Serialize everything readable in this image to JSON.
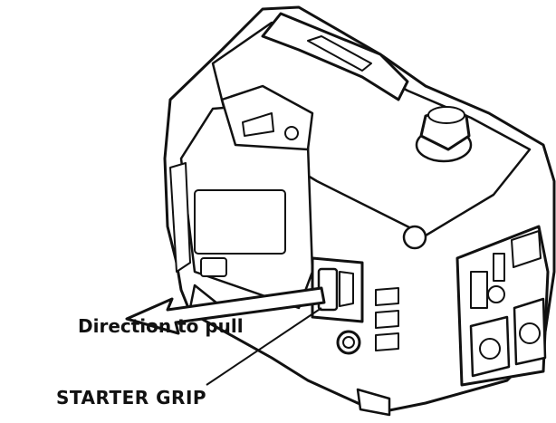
{
  "labels": {
    "direction": "Direction to pull",
    "starter_grip": "STARTER GRIP"
  },
  "colors": {
    "ink": "#111111",
    "body_fill": "#ffffff",
    "arrow_fill": "#ffffff"
  },
  "icons": [
    "pull-direction-arrow",
    "starter-grip",
    "fuel-cap",
    "carry-handle",
    "control-panel",
    "outlet"
  ]
}
